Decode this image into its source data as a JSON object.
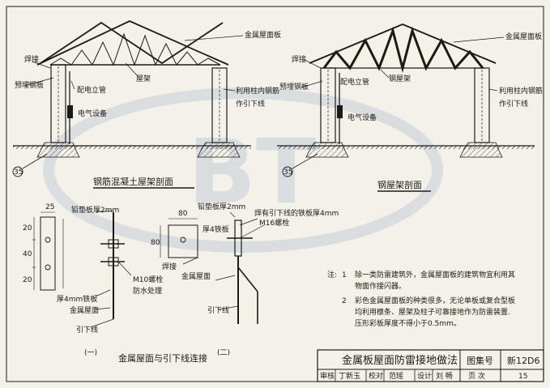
{
  "drawings": {
    "concrete_section": {
      "title": "钢筋混凝土屋架剖面",
      "roof_label": "金属屋面板",
      "weld_label": "焊接",
      "plate_label": "预埋钢板",
      "conduit_label": "配电立管",
      "truss_label": "屋架",
      "electrical_label": "电气设备",
      "rebar_label_1": "利用柱内钢筋",
      "rebar_label_2": "作引下线",
      "ground_ref": "35"
    },
    "steel_section": {
      "title": "钢屋架剖面",
      "roof_label": "金属屋面板",
      "weld_label": "焊接",
      "plate_label": "预埋钢板",
      "conduit_label": "配电立管",
      "truss_label": "钢屋架",
      "electrical_label": "电气设备",
      "rebar_label_1": "利用柱内钢筋",
      "rebar_label_2": "作引下线",
      "ground_ref": "35"
    },
    "detail_1": {
      "pad_label": "铅垫板厚2mm",
      "bolt_label": "M10螺栓",
      "waterproof_label": "防水处理",
      "tinned_plate_label": "厚4mm铁板",
      "roof_label": "金属屋面",
      "down_label": "引下线",
      "dim_top": "25",
      "dims_left": [
        "20",
        "40",
        "20"
      ],
      "caption": "(一)"
    },
    "detail_2": {
      "pad_label": "铅垫板厚2mm",
      "weld_plate_label": "焊有引下线的铁板厚4mm",
      "thick_plate_label": "厚4铁板",
      "bolt_label": "M16螺栓",
      "weld_label": "焊接",
      "roof_label": "金属屋面",
      "down_label": "引下线",
      "dim_top": "80",
      "dim_left": "80",
      "caption": "(二)"
    },
    "detail_group_title": "金属屋面与引下线连接"
  },
  "notes": {
    "heading": "注:",
    "items": [
      {
        "num": "1",
        "lines": [
          "除一类防雷建筑外，金属屋面板的建筑物宜利用其",
          "物面作接闪器。"
        ]
      },
      {
        "num": "2",
        "lines": [
          "彩色金属屋面板的种类很多，无论单板或复合型板",
          "均利用檩条、屋架及柱子可靠接地作为防雷装置.",
          "压形彩板厚度不得小于0.5mm。"
        ]
      }
    ]
  },
  "title_block": {
    "title": "金属板屋面防雷接地做法",
    "atlas_label": "图集号",
    "atlas_value": "新12D6",
    "page_label": "页  次",
    "page_value": "15",
    "review_label": "审核",
    "review_name": "丁新玉",
    "check_label": "校对",
    "check_name": "范瑶",
    "design_label": "设计",
    "design_name": "刘 畅"
  },
  "watermark": {
    "letters": "BT"
  }
}
